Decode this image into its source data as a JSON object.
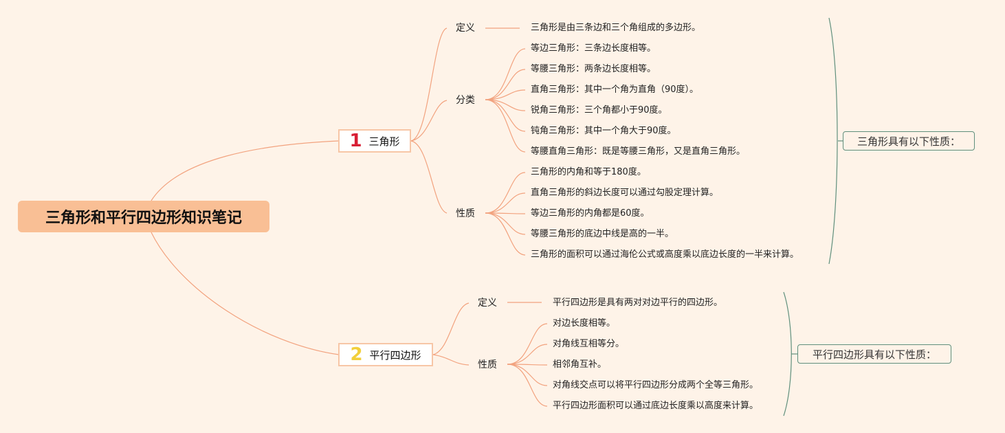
{
  "root": {
    "title": "三角形和平行四边形知识笔记"
  },
  "topics": [
    {
      "number": "1",
      "label": "三角形",
      "groups": [
        {
          "label": "定义",
          "items": [
            "三角形是由三条边和三个角组成的多边形。"
          ]
        },
        {
          "label": "分类",
          "items": [
            "等边三角形：三条边长度相等。",
            "等腰三角形：两条边长度相等。",
            "直角三角形：其中一个角为直角（90度）。",
            "锐角三角形：三个角都小于90度。",
            "钝角三角形：其中一个角大于90度。",
            "等腰直角三角形：既是等腰三角形，又是直角三角形。"
          ]
        },
        {
          "label": "性质",
          "items": [
            "三角形的内角和等于180度。",
            "直角三角形的斜边长度可以通过勾股定理计算。",
            "等边三角形的内角都是60度。",
            "等腰三角形的底边中线是高的一半。",
            "三角形的面积可以通过海伦公式或高度乘以底边长度的一半来计算。"
          ]
        }
      ],
      "summary": "三角形具有以下性质："
    },
    {
      "number": "2",
      "label": "平行四边形",
      "groups": [
        {
          "label": "定义",
          "items": [
            "平行四边形是具有两对对边平行的四边形。"
          ]
        },
        {
          "label": "性质",
          "items": [
            "对边长度相等。",
            "对角线互相等分。",
            "相邻角互补。",
            "对角线交点可以将平行四边形分成两个全等三角形。",
            "平行四边形面积可以通过底边长度乘以高度来计算。"
          ]
        }
      ],
      "summary": "平行四边形具有以下性质："
    }
  ],
  "colors": {
    "background": "#fef3e8",
    "root": "#f9bf95",
    "line": "#f2a27e",
    "bracket": "#5f8f7c",
    "number_1": "#d81f35",
    "number_2": "#f2cf3a"
  }
}
